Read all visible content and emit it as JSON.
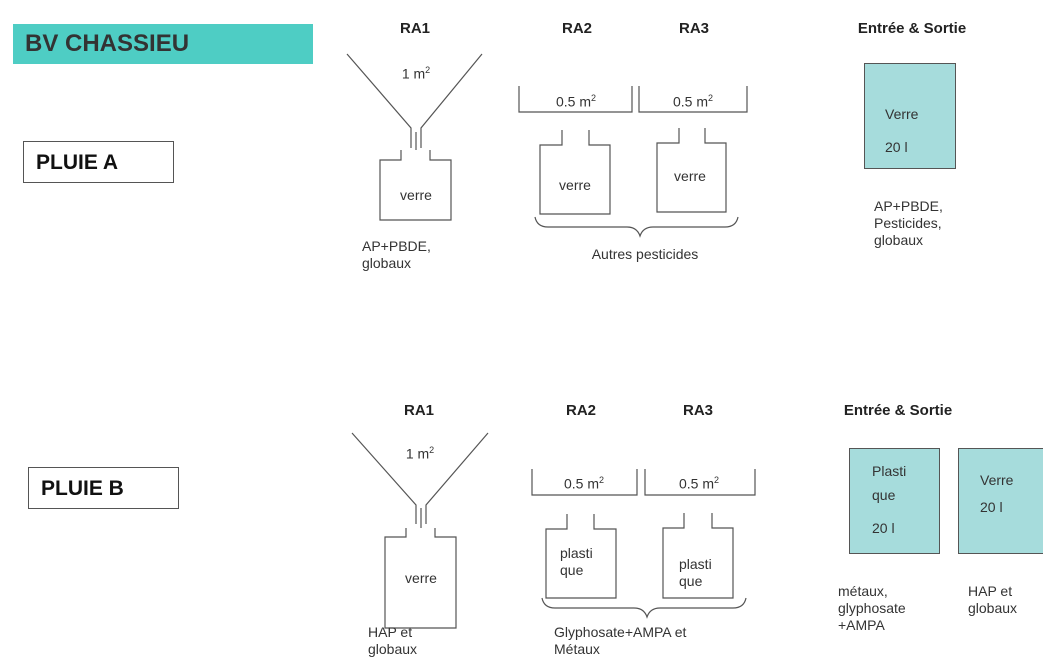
{
  "title": "BV CHASSIEU",
  "rain_a": {
    "label": "PLUIE A",
    "headers": {
      "ra1": "RA1",
      "ra2": "RA2",
      "ra3": "RA3",
      "io": "Entrée & Sortie"
    },
    "ra1": {
      "area": "1 m",
      "area_exp": "2",
      "bottle": "verre",
      "analytes": [
        "AP+PBDE,",
        "globaux"
      ]
    },
    "ra2": {
      "area": "0.5 m",
      "area_exp": "2",
      "bottle": "verre"
    },
    "ra3": {
      "area": "0.5 m",
      "area_exp": "2",
      "bottle": "verre"
    },
    "ra23_analytes": "Autres pesticides",
    "io_box": {
      "line1": "Verre",
      "line2": "20 l"
    },
    "io_analytes": [
      "AP+PBDE,",
      "Pesticides,",
      "globaux"
    ]
  },
  "rain_b": {
    "label": "PLUIE B",
    "headers": {
      "ra1": "RA1",
      "ra2": "RA2",
      "ra3": "RA3",
      "io": "Entrée & Sortie"
    },
    "ra1": {
      "area": "1 m",
      "area_exp": "2",
      "bottle": "verre",
      "analytes": [
        "HAP et",
        "globaux"
      ]
    },
    "ra2": {
      "area": "0.5 m",
      "area_exp": "2",
      "bottle": [
        "plasti",
        "que"
      ]
    },
    "ra3": {
      "area": "0.5 m",
      "area_exp": "2",
      "bottle": [
        "plasti",
        "que"
      ]
    },
    "ra23_analytes": [
      "Glyphosate+AMPA et",
      "Métaux"
    ],
    "io_box_plastic": {
      "line1": "Plasti",
      "line2": "que",
      "line3": "20 l"
    },
    "io_box_glass": {
      "line1": "Verre",
      "line2": "20 l"
    },
    "io_plastic_analytes": [
      "métaux,",
      "glyphosate",
      "+AMPA"
    ],
    "io_glass_analytes": [
      "HAP et",
      "globaux"
    ]
  },
  "colors": {
    "accent": "#4ecdc4",
    "box_fill": "#a6dcdc"
  }
}
